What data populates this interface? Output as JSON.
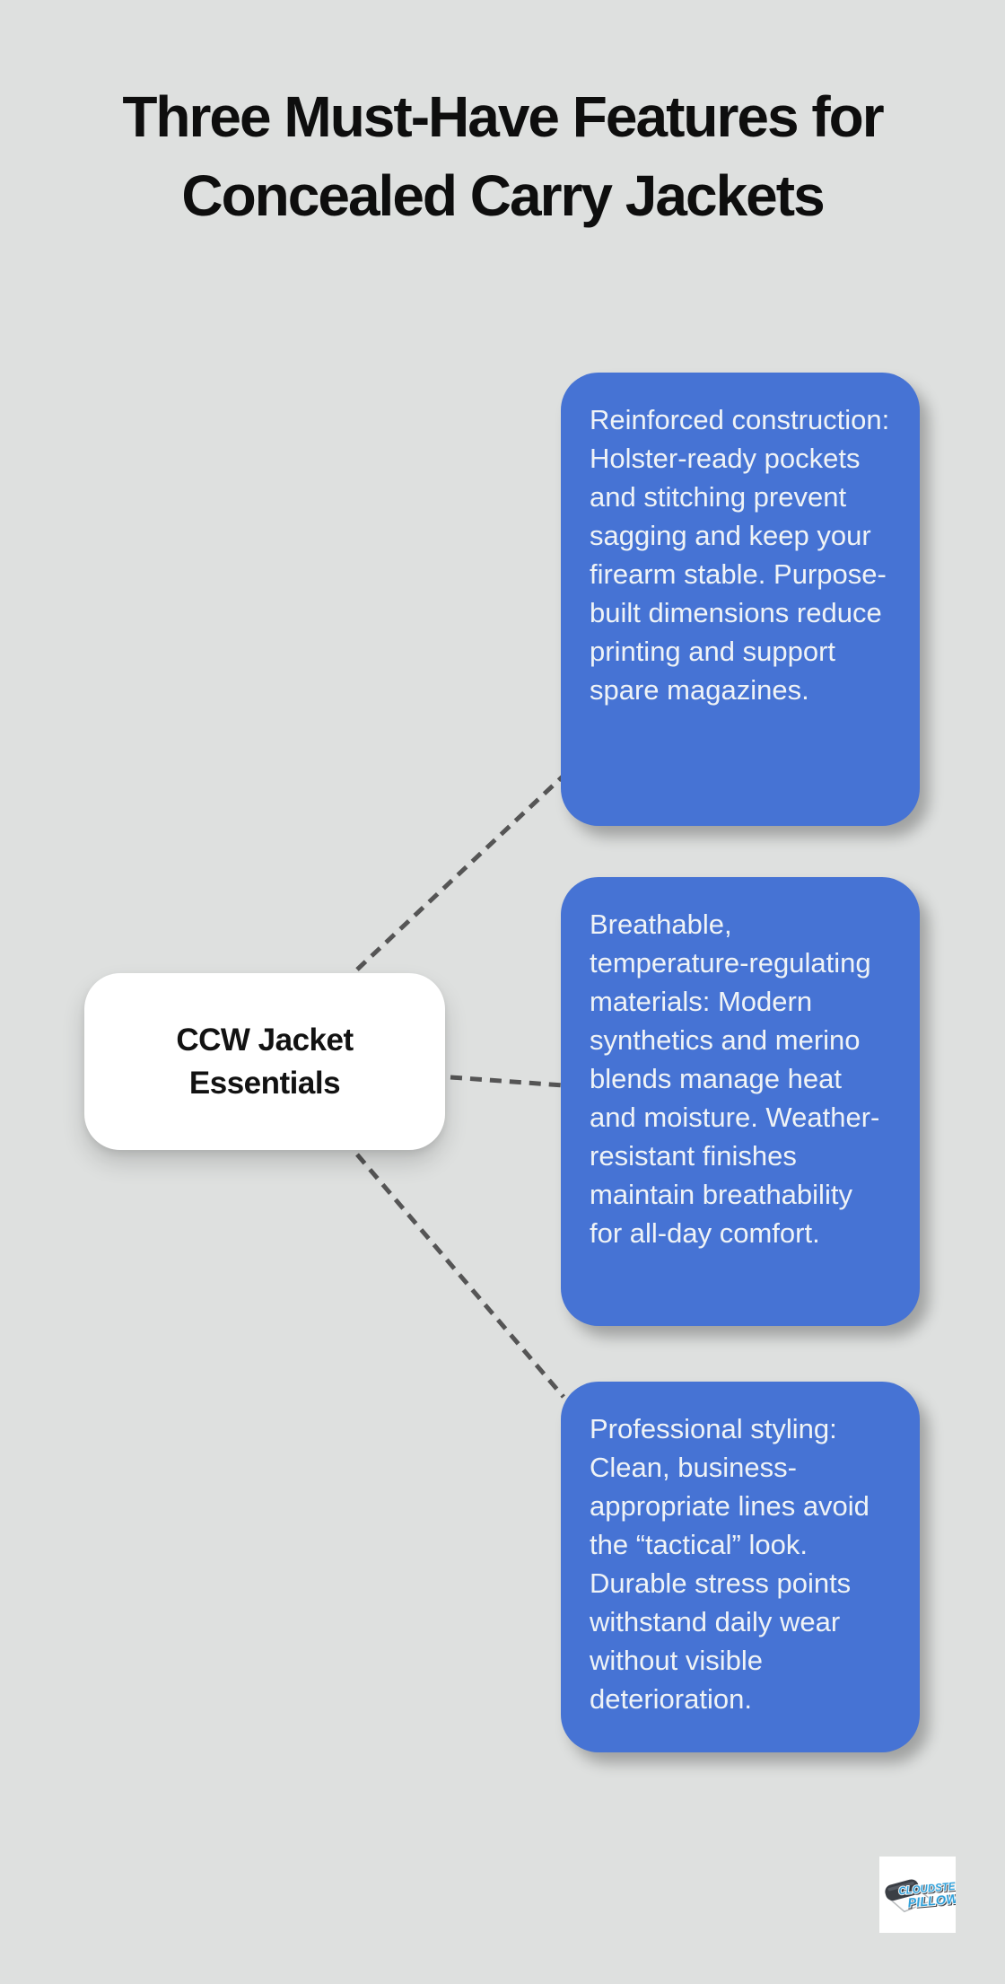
{
  "title": {
    "full": "Three Must-Have Features for Concealed Carry Jackets",
    "line1": "Three Must-Have Features for",
    "line2": "Concealed Carry Jackets"
  },
  "center_node": {
    "full": "CCW Jacket Essentials",
    "line1": "CCW Jacket",
    "line2": "Essentials"
  },
  "branches": [
    {
      "id": "reinforced-construction",
      "text": "Reinforced construction: Holster-ready pockets and stitching prevent sagging and keep your firearm stable. Purpose-built dimensions reduce printing and support spare magazines."
    },
    {
      "id": "breathable-materials",
      "text": "Breathable, temperature-regulating materials: Modern synthetics and merino blends manage heat and moisture. Weather-resistant finishes maintain breathability for all-day comfort."
    },
    {
      "id": "professional-styling",
      "text": "Professional styling: Clean, business-appropriate lines avoid the “tactical” look. Durable stress points withstand daily wear without visible deterioration."
    }
  ],
  "logo": {
    "line1": "CLOUDSTER",
    "line2": "PILLOW",
    "icon": "pillow-icon"
  },
  "colors": {
    "background": "#dee0df",
    "branch_fill": "#4673d4",
    "branch_text": "#eff3f6",
    "node_fill": "#ffffff",
    "node_text": "#121212",
    "title_text": "#0e0e0e",
    "connector": "#555555",
    "logo_blue": "#2d9fd9",
    "logo_pillow_dark": "#3b3f45"
  }
}
